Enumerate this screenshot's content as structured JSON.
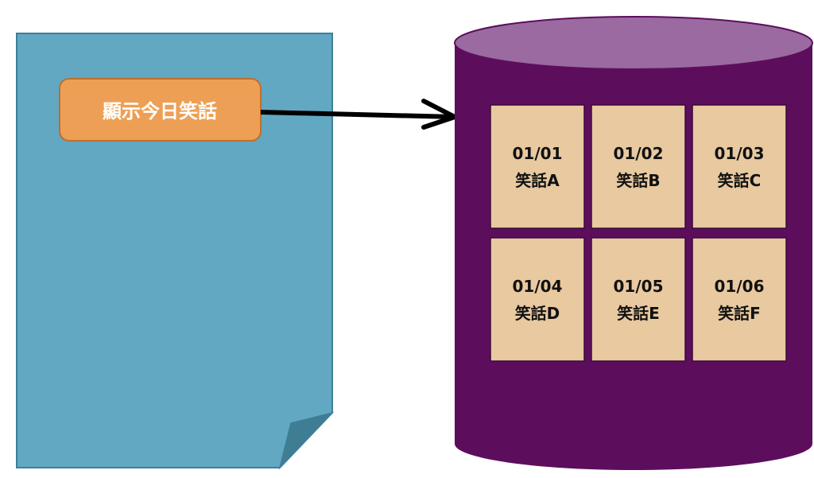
{
  "page": {
    "button_label": "顯示今日笑話"
  },
  "database": {
    "entries": [
      {
        "date": "01/01",
        "joke": "笑話A"
      },
      {
        "date": "01/02",
        "joke": "笑話B"
      },
      {
        "date": "01/03",
        "joke": "笑話C"
      },
      {
        "date": "01/04",
        "joke": "笑話D"
      },
      {
        "date": "01/05",
        "joke": "笑話E"
      },
      {
        "date": "01/06",
        "joke": "笑話F"
      }
    ]
  },
  "colors": {
    "page_fill": "#62a8c3",
    "page_border": "#3f7f98",
    "page_fold": "#3f7d95",
    "button_fill": "#eda055",
    "button_border": "#bf6f2b",
    "cylinder_body": "#5c0e5c",
    "cylinder_top": "#9a6aa0",
    "cell_fill": "#e8c9a0",
    "arrow": "#000000"
  }
}
